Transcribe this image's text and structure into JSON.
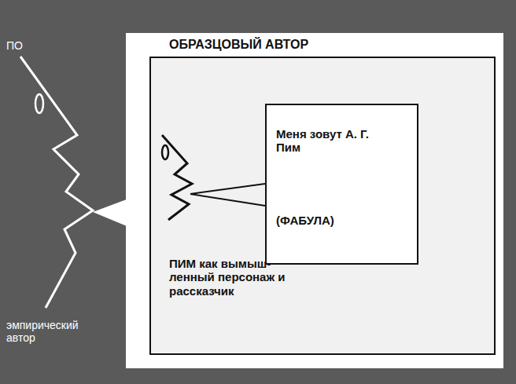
{
  "diagram": {
    "nodes": [
      {
        "text": [
          "ОБРАЗЦОВЫЙ АВТОР"
        ]
      },
      {
        "text": [
          "ПИМ как вымыш- ленный персонаж и рассказчик"
        ],
        "in": 0
      },
      {
        "text": [
          "Меня зовут А. Г. Пим",
          "(ФАБУЛА)"
        ],
        "in": 1
      }
    ],
    "labels": [
      "ПО",
      "эмпирический автор"
    ]
  }
}
